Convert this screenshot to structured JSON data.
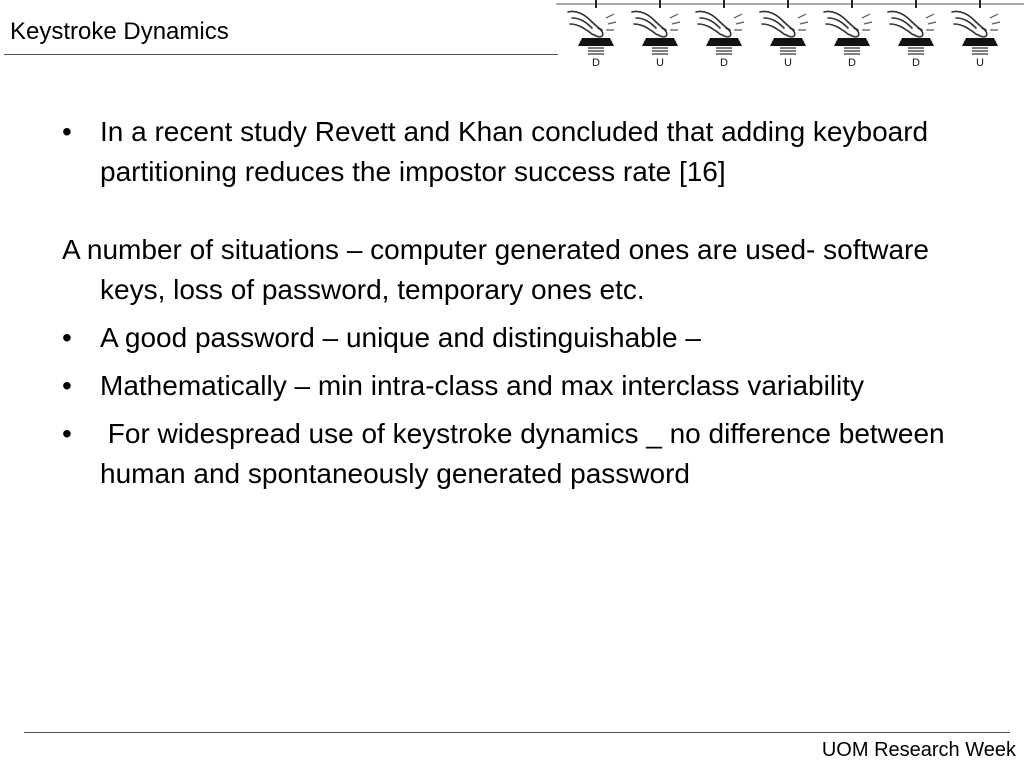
{
  "header": {
    "title": "Keystroke Dynamics",
    "art": {
      "key_letters": [
        "D",
        "U",
        "D",
        "U",
        "D",
        "D",
        "U"
      ]
    }
  },
  "content": {
    "bullet_glyph": "•",
    "bullet_1": "In a recent study Revett and Khan concluded that adding keyboard partitioning reduces the impostor success rate [16]",
    "paragraph_1": "A number of situations – computer generated ones are used- software keys, loss of password, temporary ones etc.",
    "bullet_2": "A good password – unique and distinguishable –",
    "bullet_3": "Mathematically – min intra-class and max interclass variability",
    "bullet_4": " For widespread use of keystroke dynamics _ no difference between human and spontaneously generated password"
  },
  "footer": {
    "text": "UOM Research Week"
  }
}
